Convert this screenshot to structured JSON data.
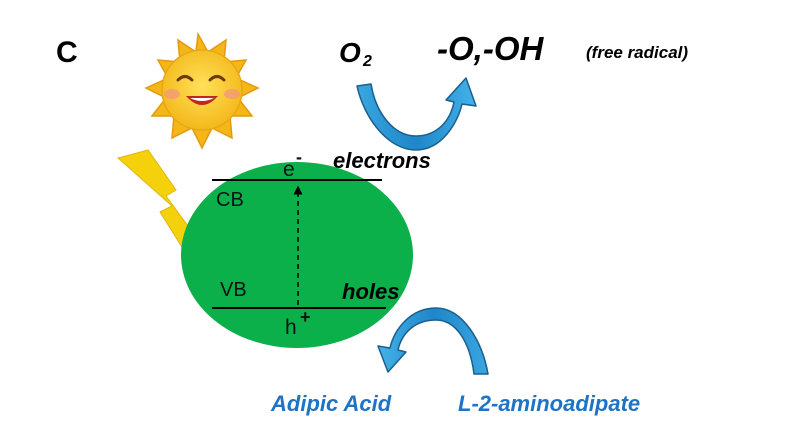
{
  "panel_label": "C",
  "top_reaction": {
    "reactant_main": "O",
    "reactant_sub": "2",
    "product": "-O,-OH",
    "product_note": "(free radical)"
  },
  "semiconductor": {
    "cb_label": "CB",
    "vb_label": "VB",
    "electron_symbol": "e",
    "electron_charge": "-",
    "hole_symbol": "h",
    "hole_charge": "+",
    "electrons_label": "electrons",
    "holes_label": "holes"
  },
  "bottom_reaction": {
    "product": "Adipic Acid",
    "reactant": "L-2-aminoadipate"
  },
  "colors": {
    "particle_green": "#0BB04A",
    "arrow_blue": "#2A9AD6",
    "arrow_outline": "#1A5F8E",
    "label_blue": "#1F73C4",
    "sun_yellow": "#F7C520",
    "bolt_yellow": "#F5D10C"
  },
  "icons": [
    "sun-icon",
    "lightning-bolt-icon",
    "curved-arrow-icon"
  ]
}
